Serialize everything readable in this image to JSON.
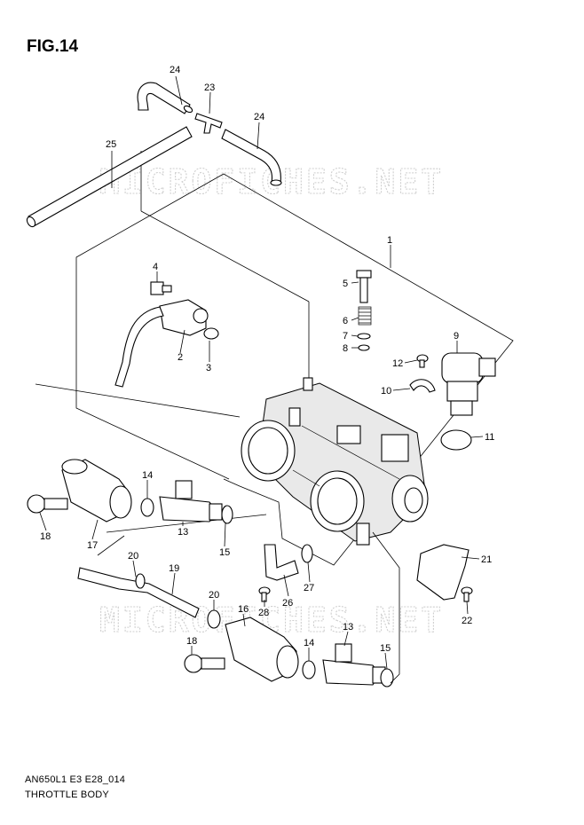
{
  "figure": {
    "title": "FIG.14",
    "code": "AN650L1 E3 E28_014",
    "name": "THROTTLE BODY"
  },
  "watermarks": [
    "MICROFICHES.NET",
    "MICROFICHES.NET"
  ],
  "callouts": [
    {
      "id": "1",
      "label": "1"
    },
    {
      "id": "2",
      "label": "2"
    },
    {
      "id": "3",
      "label": "3"
    },
    {
      "id": "4",
      "label": "4"
    },
    {
      "id": "5",
      "label": "5"
    },
    {
      "id": "6",
      "label": "6"
    },
    {
      "id": "7",
      "label": "7"
    },
    {
      "id": "8",
      "label": "8"
    },
    {
      "id": "9",
      "label": "9"
    },
    {
      "id": "10",
      "label": "10"
    },
    {
      "id": "11",
      "label": "11"
    },
    {
      "id": "12",
      "label": "12"
    },
    {
      "id": "13a",
      "label": "13"
    },
    {
      "id": "13b",
      "label": "13"
    },
    {
      "id": "14a",
      "label": "14"
    },
    {
      "id": "14b",
      "label": "14"
    },
    {
      "id": "15a",
      "label": "15"
    },
    {
      "id": "15b",
      "label": "15"
    },
    {
      "id": "16",
      "label": "16"
    },
    {
      "id": "17",
      "label": "17"
    },
    {
      "id": "18a",
      "label": "18"
    },
    {
      "id": "18b",
      "label": "18"
    },
    {
      "id": "19",
      "label": "19"
    },
    {
      "id": "20a",
      "label": "20"
    },
    {
      "id": "20b",
      "label": "20"
    },
    {
      "id": "21",
      "label": "21"
    },
    {
      "id": "22",
      "label": "22"
    },
    {
      "id": "23",
      "label": "23"
    },
    {
      "id": "24a",
      "label": "24"
    },
    {
      "id": "24b",
      "label": "24"
    },
    {
      "id": "25",
      "label": "25"
    },
    {
      "id": "26",
      "label": "26"
    },
    {
      "id": "27",
      "label": "27"
    },
    {
      "id": "28",
      "label": "28"
    }
  ]
}
